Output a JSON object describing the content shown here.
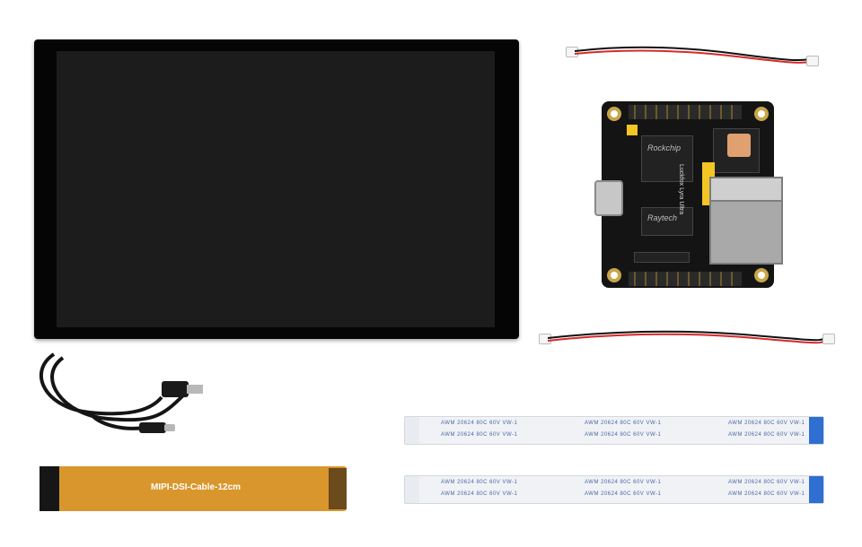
{
  "board": {
    "soc_brand": "Rockchip",
    "pmic_brand": "Raytech",
    "name": "Luckfox Lyra Ultra"
  },
  "mipi_cable": {
    "label": "MIPI-DSI-Cable-12cm"
  },
  "ffc_cable": {
    "marking": "AWM 20624 80C 60V VW-1"
  }
}
